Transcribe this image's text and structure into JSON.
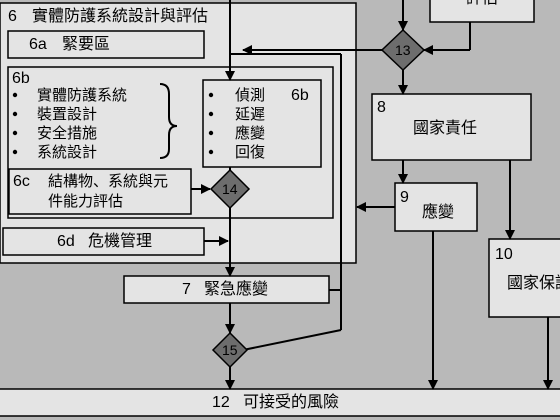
{
  "diagram": {
    "box6": {
      "num": "6",
      "title": "實體防護系統設計與評估"
    },
    "box6a": {
      "num": "6a",
      "label": "緊要區"
    },
    "box6b": {
      "num": "6b",
      "left_items": [
        "實體防護系統",
        "裝置設計",
        "安全措施",
        "系統設計"
      ],
      "right_items": [
        "偵測",
        "延遲",
        "應變",
        "回復"
      ],
      "right_num": "6b"
    },
    "box6c": {
      "num": "6c",
      "line1": "結構物、系統與元",
      "line2": "件能力評估"
    },
    "box6d": {
      "num": "6d",
      "label": "危機管理"
    },
    "box7": {
      "num": "7",
      "label": "緊急應變"
    },
    "box8": {
      "num": "8",
      "label": "國家責任"
    },
    "box9": {
      "num": "9",
      "label": "應變"
    },
    "box10": {
      "num": "10",
      "label": "國家保護"
    },
    "box12": {
      "num": "12",
      "label": "可接受的風險"
    },
    "top_right": {
      "label": "評估"
    },
    "diamonds": [
      "13",
      "14",
      "15"
    ],
    "colors": {
      "background": "#b9b9b9",
      "box_fill": "#e4e4e4",
      "diamond_fill": "#6d6d6d",
      "line": "#000000"
    }
  }
}
